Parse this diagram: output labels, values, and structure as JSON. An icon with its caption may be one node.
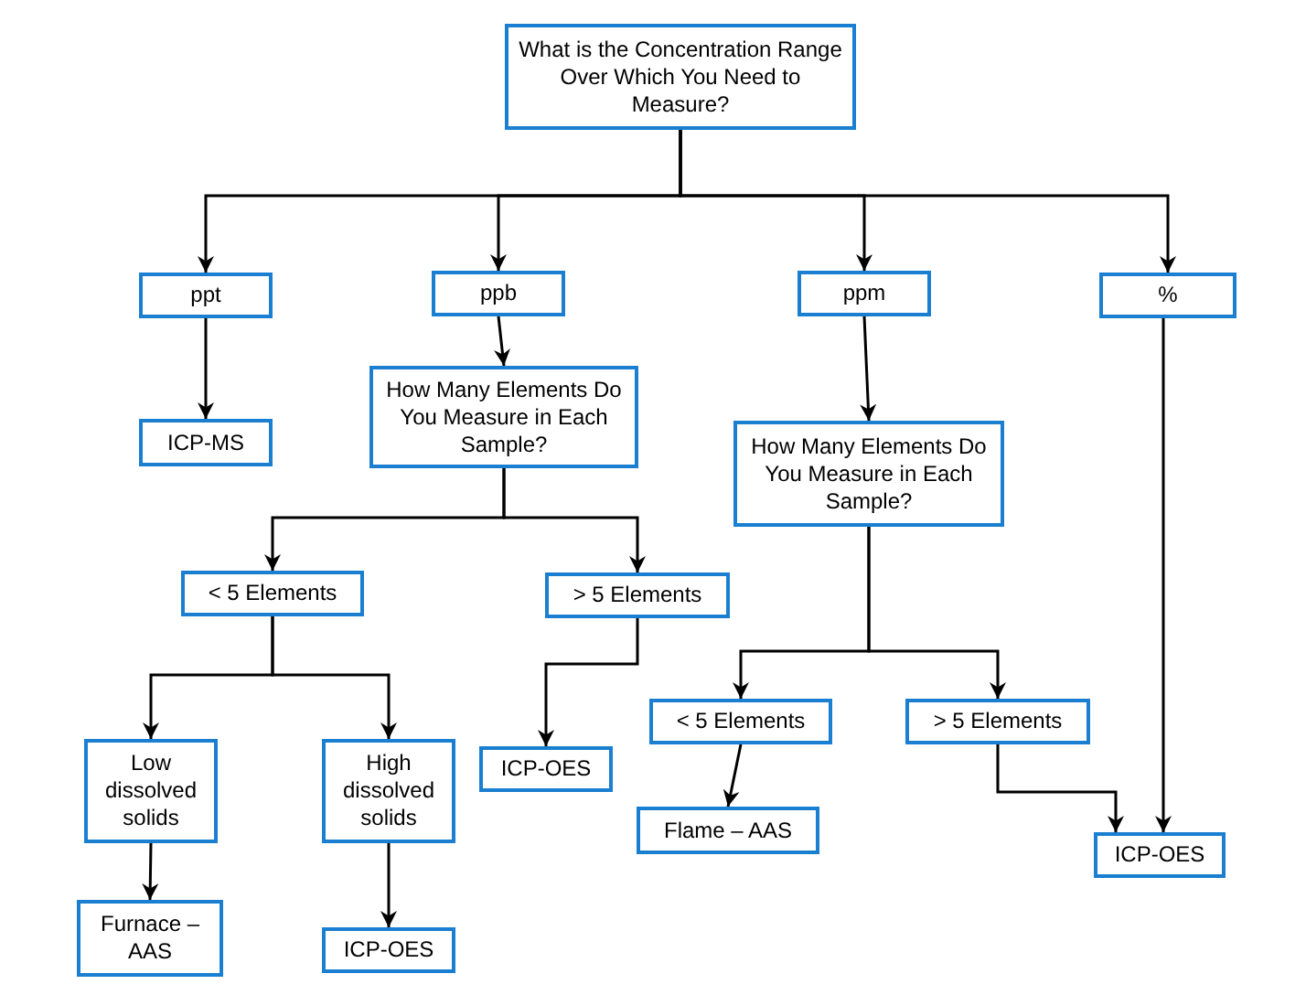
{
  "diagram": {
    "nodes": [
      {
        "text": [
          "What is the Concentration Range Over Which You Need to Measure?"
        ]
      },
      {
        "text": [
          "ppt"
        ]
      },
      {
        "text": [
          "ppb"
        ]
      },
      {
        "text": [
          "ppm"
        ]
      },
      {
        "text": [
          "%"
        ]
      },
      {
        "text": [
          "ICP-MS"
        ]
      },
      {
        "text": [
          "How Many Elements Do You Measure in Each Sample?"
        ]
      },
      {
        "text": [
          "How Many Elements Do You Measure in Each Sample?"
        ]
      },
      {
        "text": [
          "< 5 Elements"
        ]
      },
      {
        "text": [
          "> 5 Elements"
        ]
      },
      {
        "text": [
          "Low dissolved solids"
        ]
      },
      {
        "text": [
          "High dissolved solids"
        ]
      },
      {
        "text": [
          "ICP-OES"
        ]
      },
      {
        "text": [
          "< 5 Elements"
        ]
      },
      {
        "text": [
          "> 5 Elements"
        ]
      },
      {
        "text": [
          "Furnace – AAS"
        ]
      },
      {
        "text": [
          "ICP-OES"
        ]
      },
      {
        "text": [
          "Flame – AAS"
        ]
      },
      {
        "text": [
          "ICP-OES"
        ]
      }
    ],
    "edges": [
      {
        "from": 0,
        "to": 1,
        "arrow": "to"
      },
      {
        "from": 0,
        "to": 2,
        "arrow": "to"
      },
      {
        "from": 0,
        "to": 3,
        "arrow": "to"
      },
      {
        "from": 0,
        "to": 4,
        "arrow": "to"
      },
      {
        "from": 1,
        "to": 5,
        "arrow": "to"
      },
      {
        "from": 2,
        "to": 6,
        "arrow": "to"
      },
      {
        "from": 3,
        "to": 7,
        "arrow": "to"
      },
      {
        "from": 6,
        "to": 8,
        "arrow": "to"
      },
      {
        "from": 6,
        "to": 9,
        "arrow": "to"
      },
      {
        "from": 7,
        "to": 13,
        "arrow": "to"
      },
      {
        "from": 7,
        "to": 14,
        "arrow": "to"
      },
      {
        "from": 8,
        "to": 10,
        "arrow": "to"
      },
      {
        "from": 8,
        "to": 11,
        "arrow": "to"
      },
      {
        "from": 9,
        "to": 12,
        "arrow": "to"
      },
      {
        "from": 4,
        "to": 18,
        "arrow": "to"
      },
      {
        "from": 10,
        "to": 15,
        "arrow": "to"
      },
      {
        "from": 11,
        "to": 16,
        "arrow": "to"
      },
      {
        "from": 13,
        "to": 17,
        "arrow": "to"
      },
      {
        "from": 14,
        "to": 18,
        "arrow": "to"
      }
    ]
  }
}
